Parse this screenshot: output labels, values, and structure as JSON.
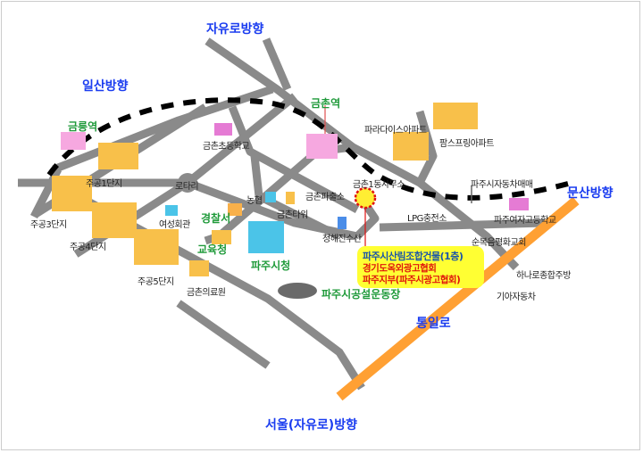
{
  "directions": {
    "north": "자유로방향",
    "west": "일산방향",
    "east": "문산방향",
    "south": "서울(자유로)방향",
    "road": "통일로"
  },
  "landmarks_green": {
    "geumneung_station": "금릉역",
    "geumchon_station": "금촌역",
    "police": "경찰서",
    "education_office": "교육청",
    "city_hall": "파주시청",
    "stadium": "파주시공설운동장"
  },
  "places": {
    "elementary": "금촌초등학교",
    "paradise_apt": "파라다이스아파트",
    "palms_apt": "팜스프링아파트",
    "jugong1": "주공1단지",
    "jugong3": "주공3단지",
    "jugong4": "주공4단지",
    "jugong5": "주공5단지",
    "rotary": "로타리",
    "women_center": "여성회관",
    "nonghyup": "농협",
    "tower": "금촌타워",
    "police_box": "금촌파출소",
    "dong_office": "금촌1동사무소",
    "fishery": "청해진수산",
    "lpg": "LPG충전소",
    "car_market": "파주시자동차매매",
    "girls_high": "파주여자고등학교",
    "church": "순복음평화교회",
    "kitchen": "하나로종합주방",
    "kia": "기아자동차",
    "clinic": "금촌의료원"
  },
  "callout": {
    "title": "파주시산림조합건물(1층)",
    "line1": "경기도옥외광고협회",
    "line2": "파주지부(파주시광고협회)"
  },
  "colors": {
    "road": "#8a8a8a",
    "highway": "#ffa033",
    "direction": "#1a3cf0",
    "landmark": "#1f9a3a",
    "callout": "#ffff33"
  }
}
